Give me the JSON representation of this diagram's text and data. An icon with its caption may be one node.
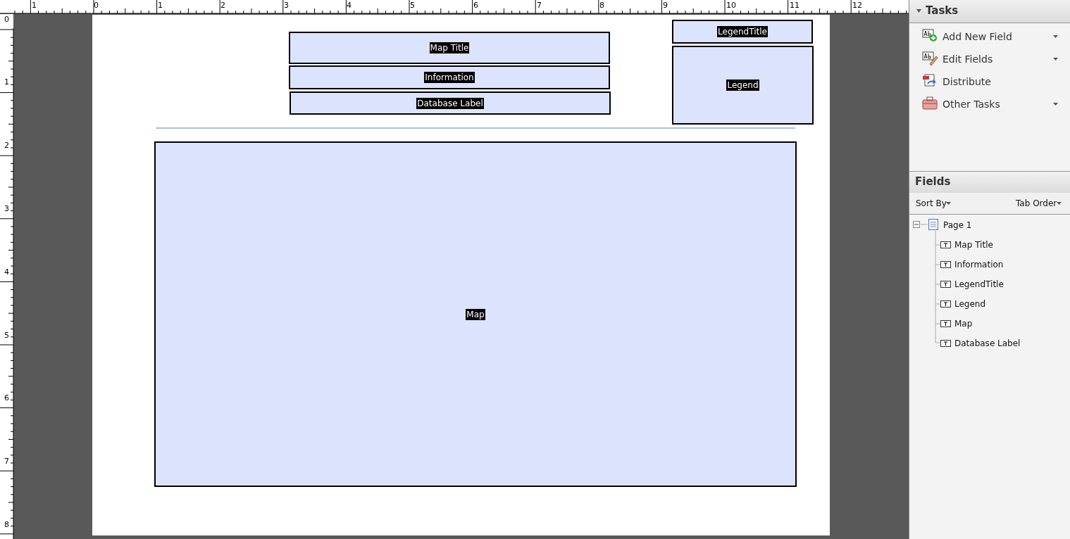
{
  "diagram": {
    "nodes": [
      {
        "text": [
          "Map Title"
        ]
      },
      {
        "text": [
          "Information"
        ]
      },
      {
        "text": [
          "Database Label"
        ]
      },
      {
        "text": [
          "LegendTitle"
        ]
      },
      {
        "text": [
          "Legend"
        ]
      },
      {
        "text": [
          "Map"
        ]
      }
    ],
    "edges": [],
    "labels": [
      "1",
      "0",
      "1",
      "2",
      "3",
      "4",
      "5",
      "6",
      "7",
      "8",
      "9",
      "10",
      "11",
      "12",
      "0",
      "1",
      "2",
      "3",
      "4",
      "5",
      "6",
      "7",
      "8",
      "Tasks",
      "Add New Field",
      "Edit Fields",
      "Distribute",
      "Other Tasks",
      "Fields",
      "Sort By",
      "Tab Order",
      "Page 1",
      "Map Title",
      "Information",
      "LegendTitle",
      "Legend",
      "Map",
      "Database Label"
    ]
  }
}
